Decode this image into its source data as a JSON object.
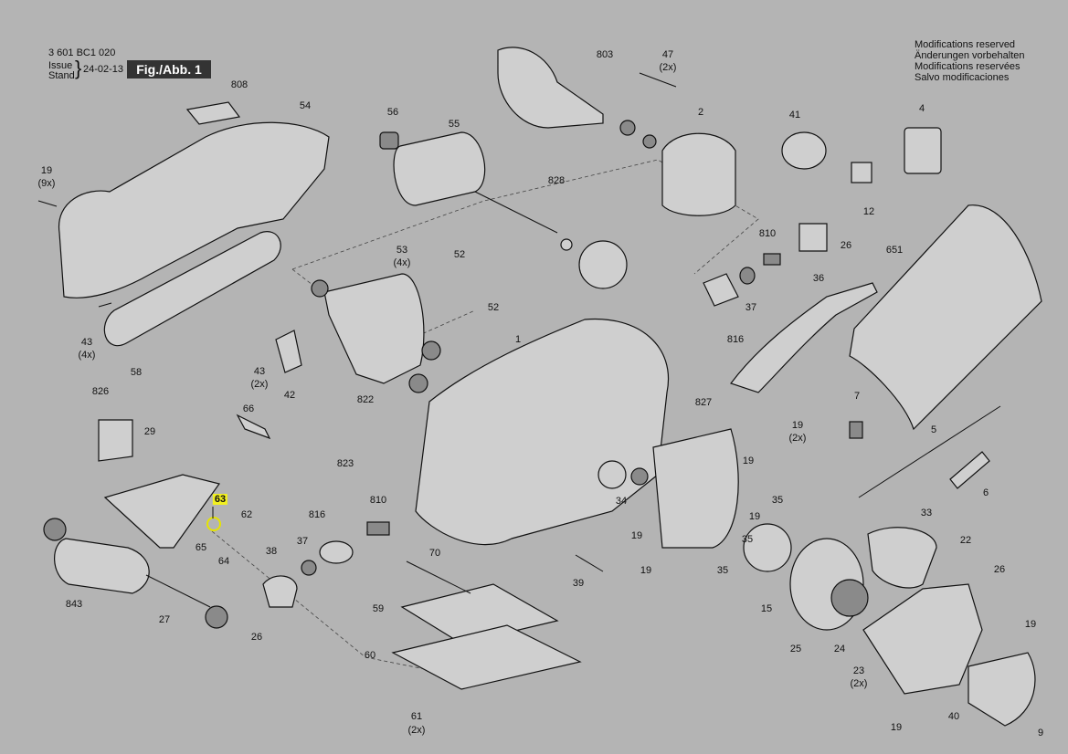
{
  "header": {
    "part_number": "3 601 BC1 020",
    "issue_label": "Issue",
    "stand_label": "Stand",
    "date": "24-02-13",
    "figure": "Fig./Abb. 1"
  },
  "notes": [
    "Modifications reserved",
    "Änderungen vorbehalten",
    "Modifications reservées",
    "Salvo modificaciones"
  ],
  "labels": [
    {
      "text": "808"
    },
    {
      "text": "54"
    },
    {
      "text": "19"
    },
    {
      "text": "(9x)"
    },
    {
      "text": "56"
    },
    {
      "text": "55"
    },
    {
      "text": "803"
    },
    {
      "text": "47"
    },
    {
      "text": "(2x)"
    },
    {
      "text": "2"
    },
    {
      "text": "41"
    },
    {
      "text": "4"
    },
    {
      "text": "828"
    },
    {
      "text": "12"
    },
    {
      "text": "810"
    },
    {
      "text": "26"
    },
    {
      "text": "651"
    },
    {
      "text": "53"
    },
    {
      "text": "(4x)"
    },
    {
      "text": "52"
    },
    {
      "text": "52"
    },
    {
      "text": "36"
    },
    {
      "text": "37"
    },
    {
      "text": "816"
    },
    {
      "text": "43"
    },
    {
      "text": "(4x)"
    },
    {
      "text": "58"
    },
    {
      "text": "43"
    },
    {
      "text": "(2x)"
    },
    {
      "text": "42"
    },
    {
      "text": "1"
    },
    {
      "text": "822"
    },
    {
      "text": "826"
    },
    {
      "text": "66"
    },
    {
      "text": "29"
    },
    {
      "text": "827"
    },
    {
      "text": "7"
    },
    {
      "text": "19"
    },
    {
      "text": "(2x)"
    },
    {
      "text": "5"
    },
    {
      "text": "823"
    },
    {
      "text": "6"
    },
    {
      "text": "63"
    },
    {
      "text": "62"
    },
    {
      "text": "65"
    },
    {
      "text": "64"
    },
    {
      "text": "816"
    },
    {
      "text": "810"
    },
    {
      "text": "34"
    },
    {
      "text": "19"
    },
    {
      "text": "35"
    },
    {
      "text": "19"
    },
    {
      "text": "33"
    },
    {
      "text": "37"
    },
    {
      "text": "38"
    },
    {
      "text": "70"
    },
    {
      "text": "19"
    },
    {
      "text": "35"
    },
    {
      "text": "22"
    },
    {
      "text": "843"
    },
    {
      "text": "27"
    },
    {
      "text": "19"
    },
    {
      "text": "35"
    },
    {
      "text": "39"
    },
    {
      "text": "15"
    },
    {
      "text": "26"
    },
    {
      "text": "59"
    },
    {
      "text": "26"
    },
    {
      "text": "19"
    },
    {
      "text": "60"
    },
    {
      "text": "25"
    },
    {
      "text": "24"
    },
    {
      "text": "23"
    },
    {
      "text": "(2x)"
    },
    {
      "text": "61"
    },
    {
      "text": "(2x)"
    },
    {
      "text": "40"
    },
    {
      "text": "19"
    },
    {
      "text": "9"
    }
  ],
  "highlight": {
    "text": "63",
    "color": "#f2f020"
  }
}
